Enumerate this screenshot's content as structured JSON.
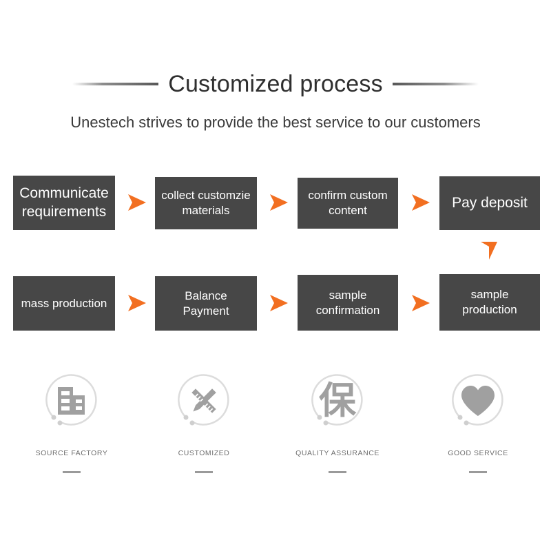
{
  "header": {
    "title": "Customized process",
    "subtitle": "Unestech strives to provide the best service to our customers"
  },
  "colors": {
    "box_bg": "#474747",
    "box_text": "#ffffff",
    "arrow": "#F26F21",
    "icon_grey": "#a0a0a0",
    "ring_grey": "#dcdcdc",
    "label_grey": "#6f6f6f",
    "background": "#ffffff"
  },
  "flow": {
    "row1": [
      {
        "label": "Communicate requirements",
        "size": "big"
      },
      {
        "label": "collect customzie materials",
        "size": "small"
      },
      {
        "label": "confirm custom content",
        "size": "small"
      },
      {
        "label": "Pay deposit",
        "size": "big"
      }
    ],
    "row2": [
      {
        "label": "mass production",
        "size": "small"
      },
      {
        "label": "Balance Payment",
        "size": "small"
      },
      {
        "label": "sample confirmation",
        "size": "small"
      },
      {
        "label": "sample production",
        "size": "small"
      }
    ],
    "arrows": {
      "right_icon": "arrow-right-icon",
      "down_icon": "arrow-down-icon",
      "row1_count": 3,
      "row2_count": 3,
      "down_count": 1
    }
  },
  "features": [
    {
      "label": "SOURCE FACTORY",
      "icon": "factory-icon"
    },
    {
      "label": "CUSTOMIZED",
      "icon": "pencil-ruler-icon"
    },
    {
      "label": "QUALITY ASSURANCE",
      "icon": "guarantee-icon",
      "glyph": "保"
    },
    {
      "label": "GOOD SERVICE",
      "icon": "heart-icon"
    }
  ]
}
